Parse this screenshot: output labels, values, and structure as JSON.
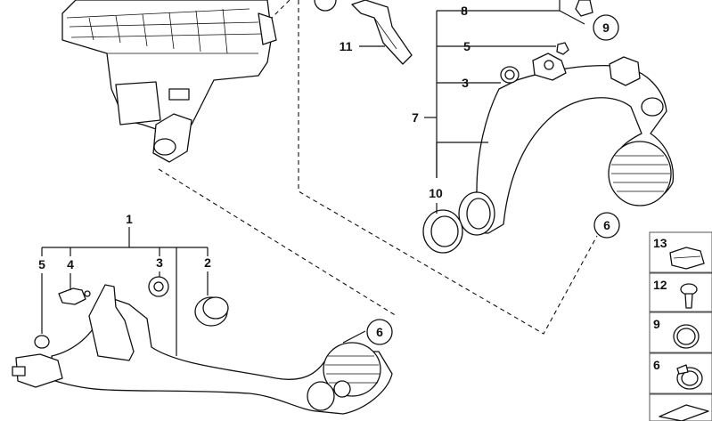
{
  "labels": {
    "p1": "1",
    "p2": "2",
    "p3_left": "3",
    "p4": "4",
    "p5_left": "5",
    "p6_left": "6",
    "p3_right": "3",
    "p5_right": "5",
    "p6_right": "6",
    "p7": "7",
    "p8": "8",
    "p9": "9",
    "p10": "10",
    "p11": "11"
  },
  "legend": [
    {
      "number": "13",
      "icon": "clip-icon"
    },
    {
      "number": "12",
      "icon": "screw-icon"
    },
    {
      "number": "9",
      "icon": "o-ring-icon"
    },
    {
      "number": "6",
      "icon": "hose-clamp-icon"
    }
  ]
}
